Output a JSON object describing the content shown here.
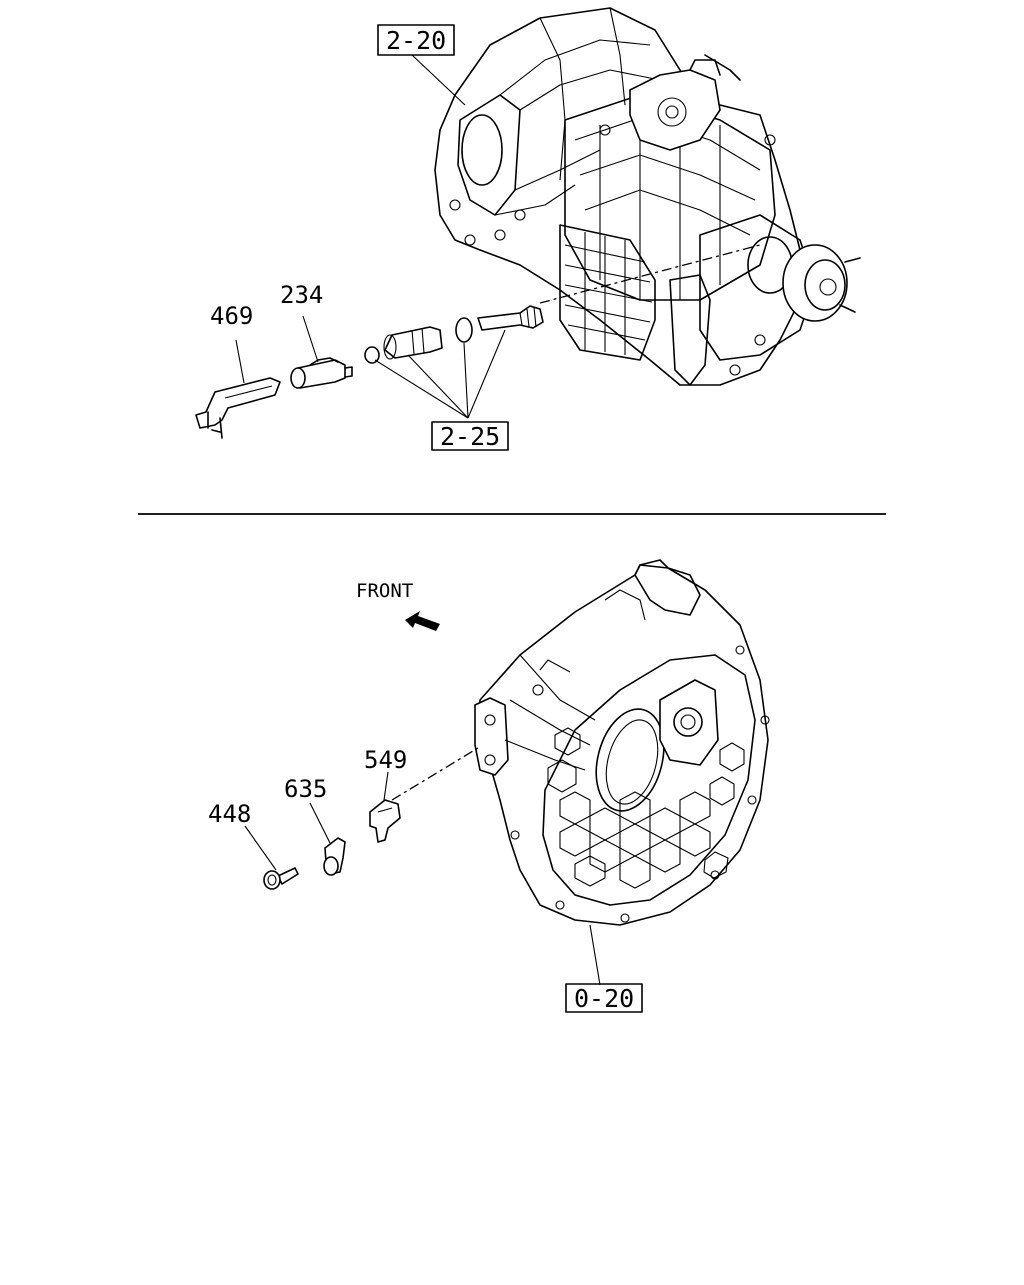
{
  "callouts": {
    "ref_2_20": "2-20",
    "ref_2_25": "2-25",
    "ref_0_20": "0-20",
    "part_469": "469",
    "part_234": "234",
    "part_549": "549",
    "part_635": "635",
    "part_448": "448"
  },
  "direction": {
    "front_label": "FRONT",
    "arrow_icon": "front-arrow-icon"
  }
}
